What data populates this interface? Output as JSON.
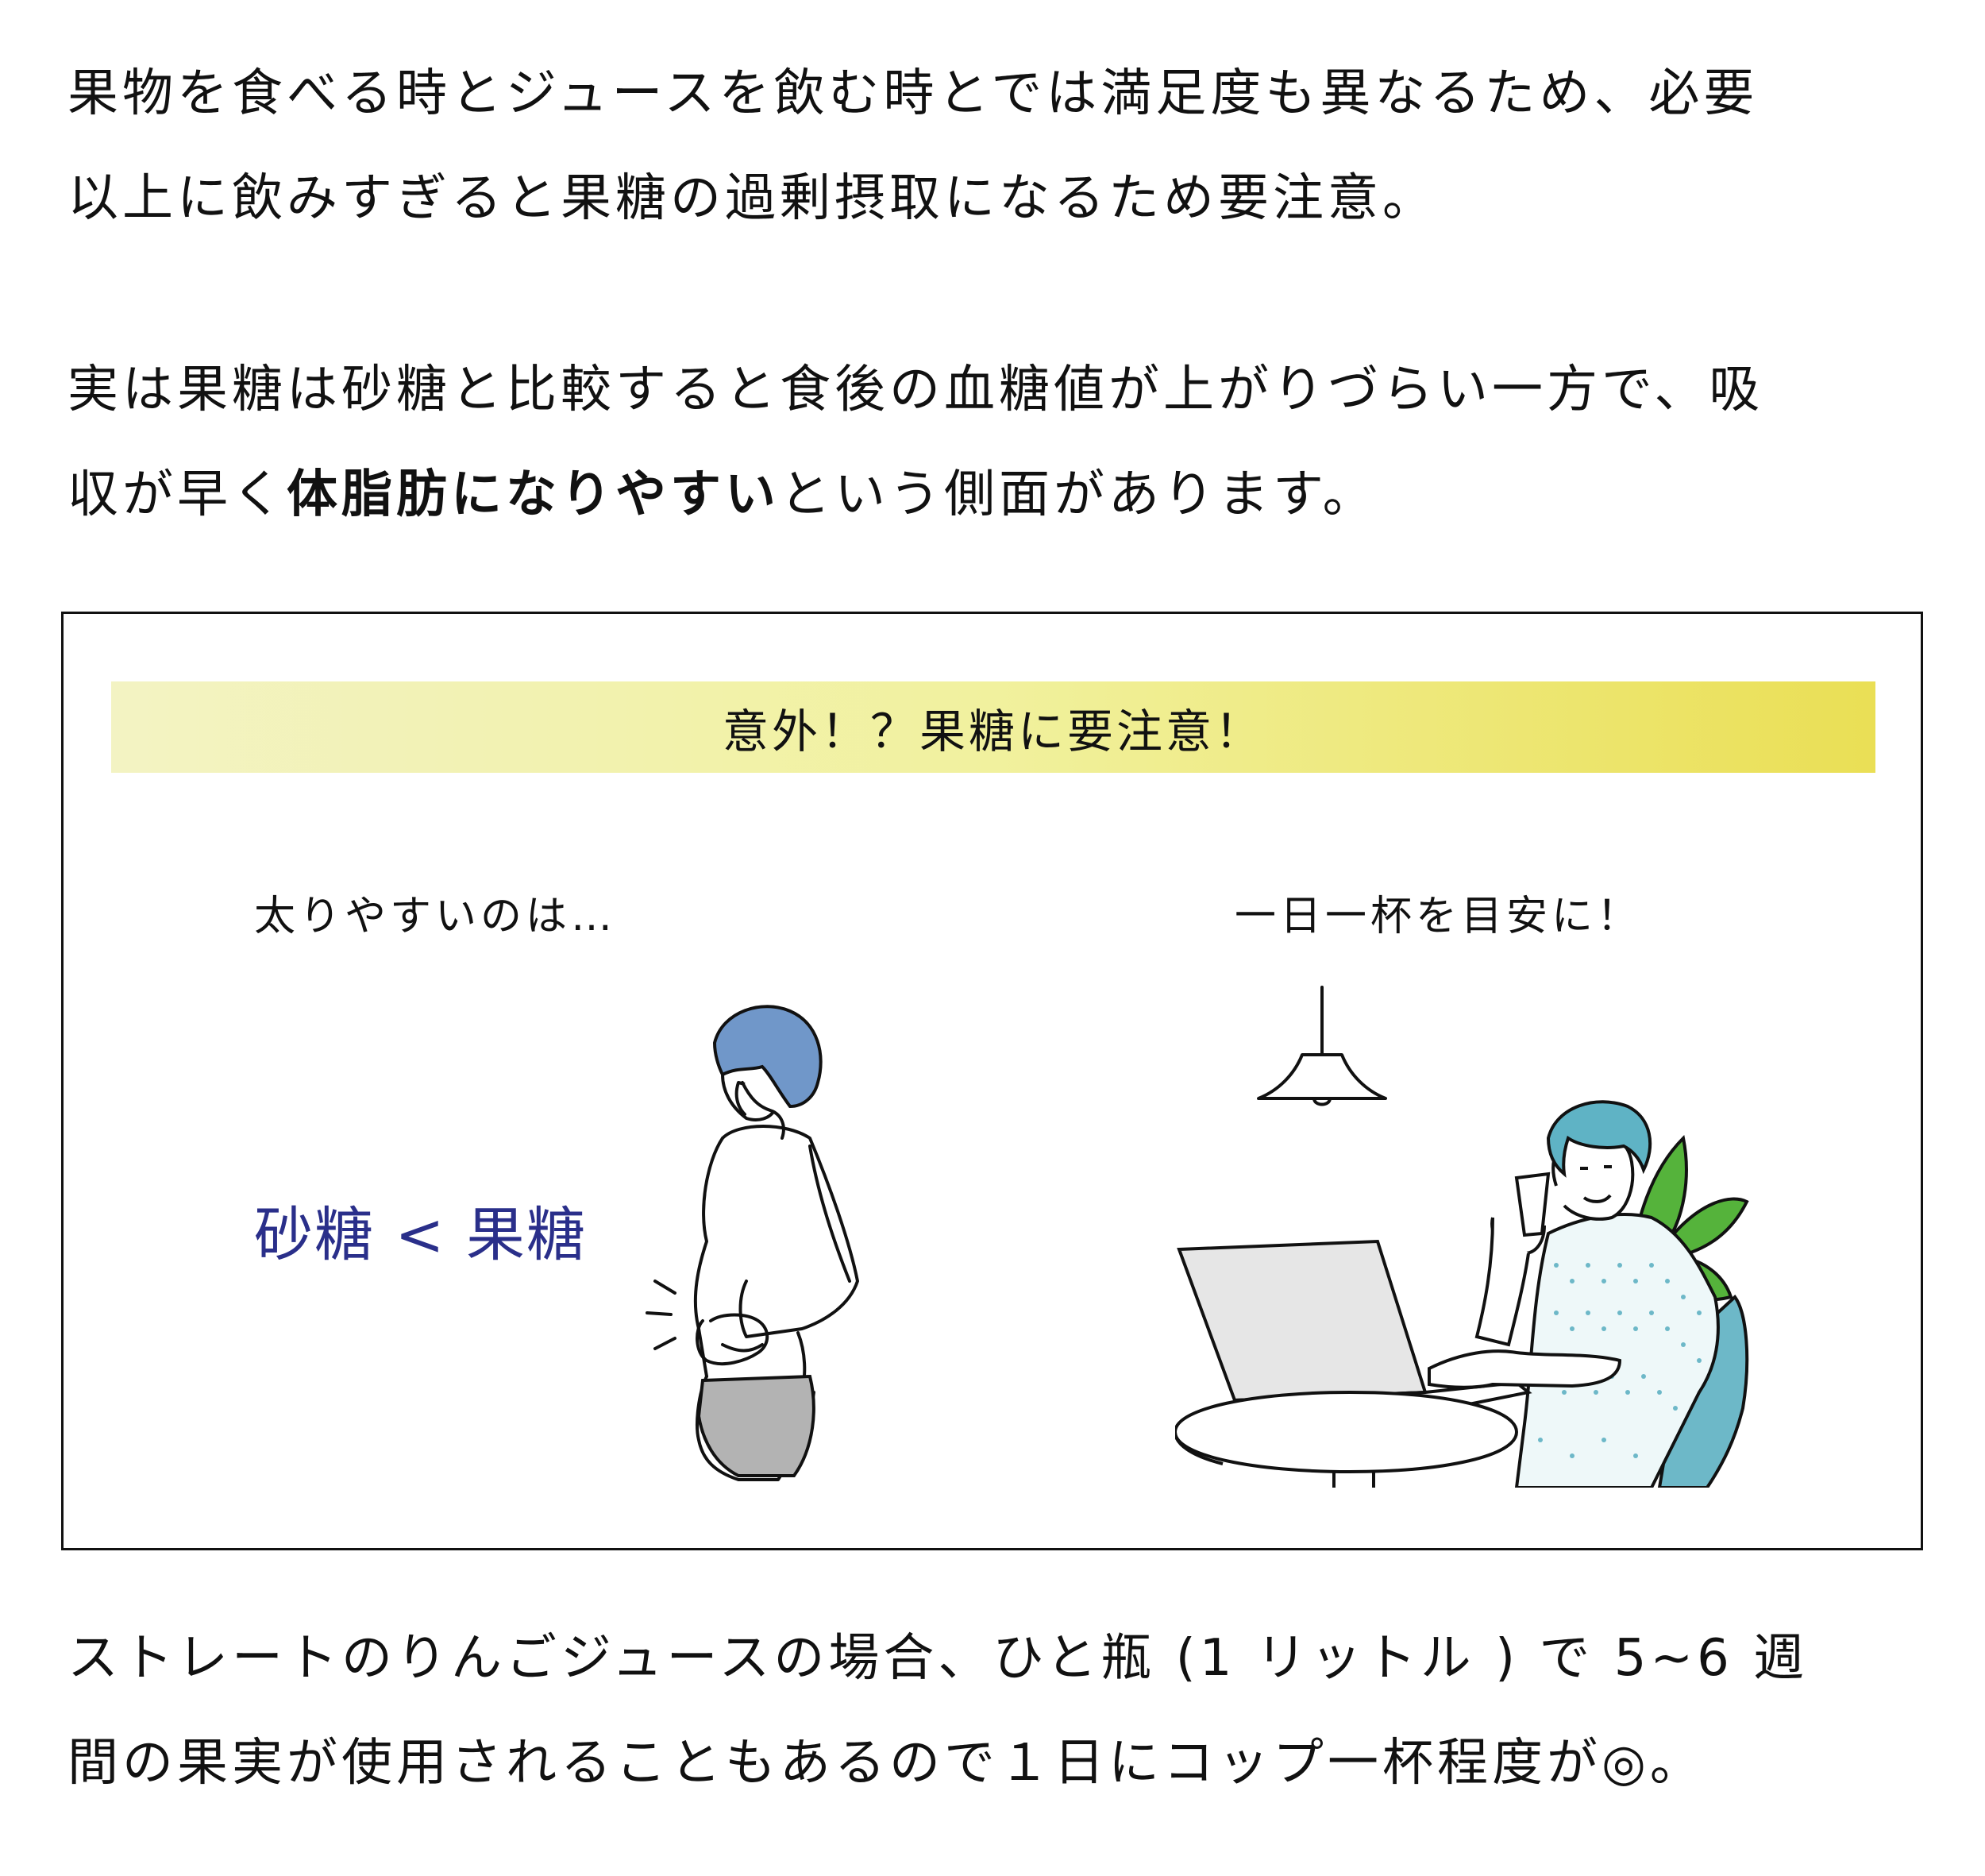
{
  "intro": {
    "lines": [
      "果物を食べる時とジュースを飲む時とでは満足度も異なるため、必要",
      "以上に飲みすぎると果糖の過剰摂取になるため要注意。"
    ]
  },
  "body": {
    "line1": "実は果糖は砂糖と比較すると食後の血糖値が上がりづらい一方で、吸",
    "line2_before": "収が早く",
    "line2_bold": "体脂肪になりやすい",
    "line2_after": "という側面があります。"
  },
  "infobox": {
    "banner": "意外！？果糖に要注意！",
    "left_caption": "太りやすいのは…",
    "right_caption": "一日一杯を目安に！",
    "comparison": "砂糖 < 果糖",
    "colors": {
      "banner_start": "#f3f3c3",
      "banner_end": "#eadf55",
      "comparison_text": "#2a2f8a",
      "woman_hair": "#7097c9",
      "man_hair": "#5fb3c5",
      "plant": "#55b33b",
      "chair": "#6db8c8",
      "pants": "#b3b3b3"
    }
  },
  "footer": {
    "lines": [
      "ストレートのりんごジュースの場合、ひと瓶 (1 リットル ) で 5~6 週",
      "間の果実が使用されることもあるので１日にコップ一杯程度が◎。"
    ]
  }
}
